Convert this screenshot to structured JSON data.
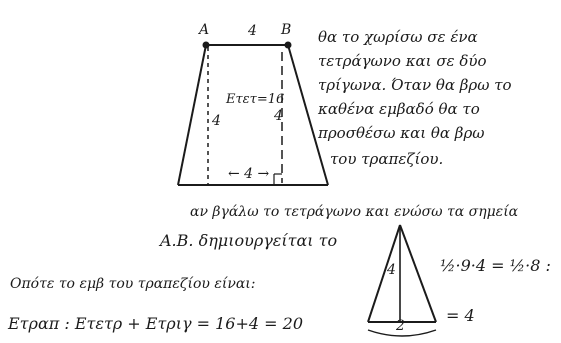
{
  "trapezoid": {
    "vertex_a": "A",
    "vertex_b": "B",
    "top_len": "4",
    "left_len": "4",
    "area_label": "Ετετ=16",
    "height_mark": "4",
    "bottom_seg": "← 4 →"
  },
  "text_right": [
    "θα το χωρίσω σε ένα",
    "τετράγωνο και σε δύο",
    "τρίγωνα. Όταν θα βρω το",
    "καθένα εμβαδό θα το",
    "προσθέσω και θα βρω",
    "του τραπεζίου."
  ],
  "middle_text": [
    "αν βγάλω το τετράγωνο και ενώσω τα σημεία",
    "Α.Β. δημιουργείται το"
  ],
  "triangle": {
    "height": "4",
    "base": "2",
    "formula": "½·9·4 = ½·8 :",
    "result": "= 4"
  },
  "bottom_text": [
    "Οπότε το εμβ του τραπεζίου είναι:",
    "Ετραπ : Ετετρ + Ετριγ = 16+4 = 20"
  ]
}
